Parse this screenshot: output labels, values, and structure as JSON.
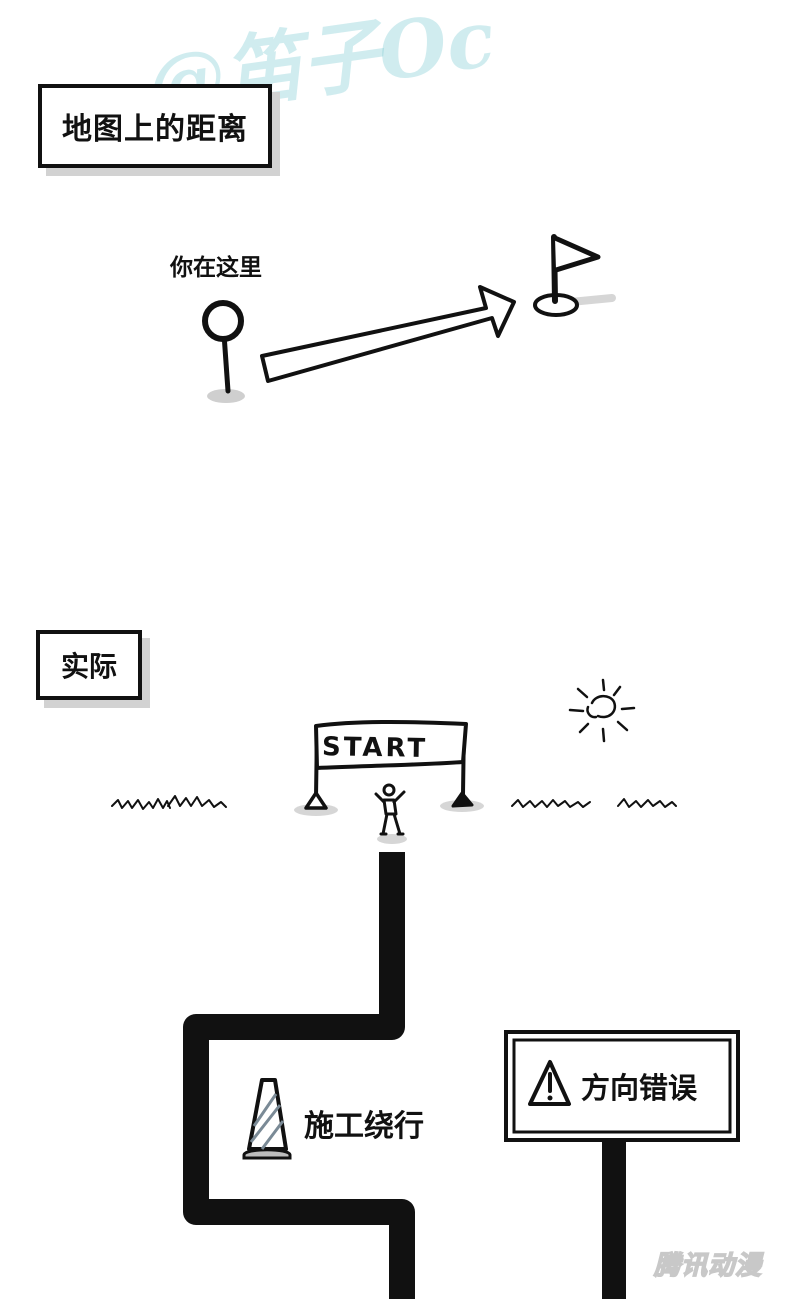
{
  "watermark": {
    "text": "@笛子Oc"
  },
  "section_map": {
    "title": "地图上的距离",
    "pin_label": "你在这里"
  },
  "section_actual": {
    "title": "实际",
    "start_banner": "START",
    "detour_sign": "施工绕行",
    "wrong_way_sign": "方向错误"
  },
  "brand": {
    "logo_text": "腾讯动漫"
  },
  "colors": {
    "ink": "#111111",
    "shadow": "#d2d2d2",
    "watermark": "#78c8d2"
  },
  "icons": {
    "pin": "map-pin-icon",
    "flag": "flag-icon",
    "arrow": "arrow-icon",
    "sun": "sun-icon",
    "cone": "traffic-cone-icon",
    "warning": "warning-triangle-icon"
  }
}
